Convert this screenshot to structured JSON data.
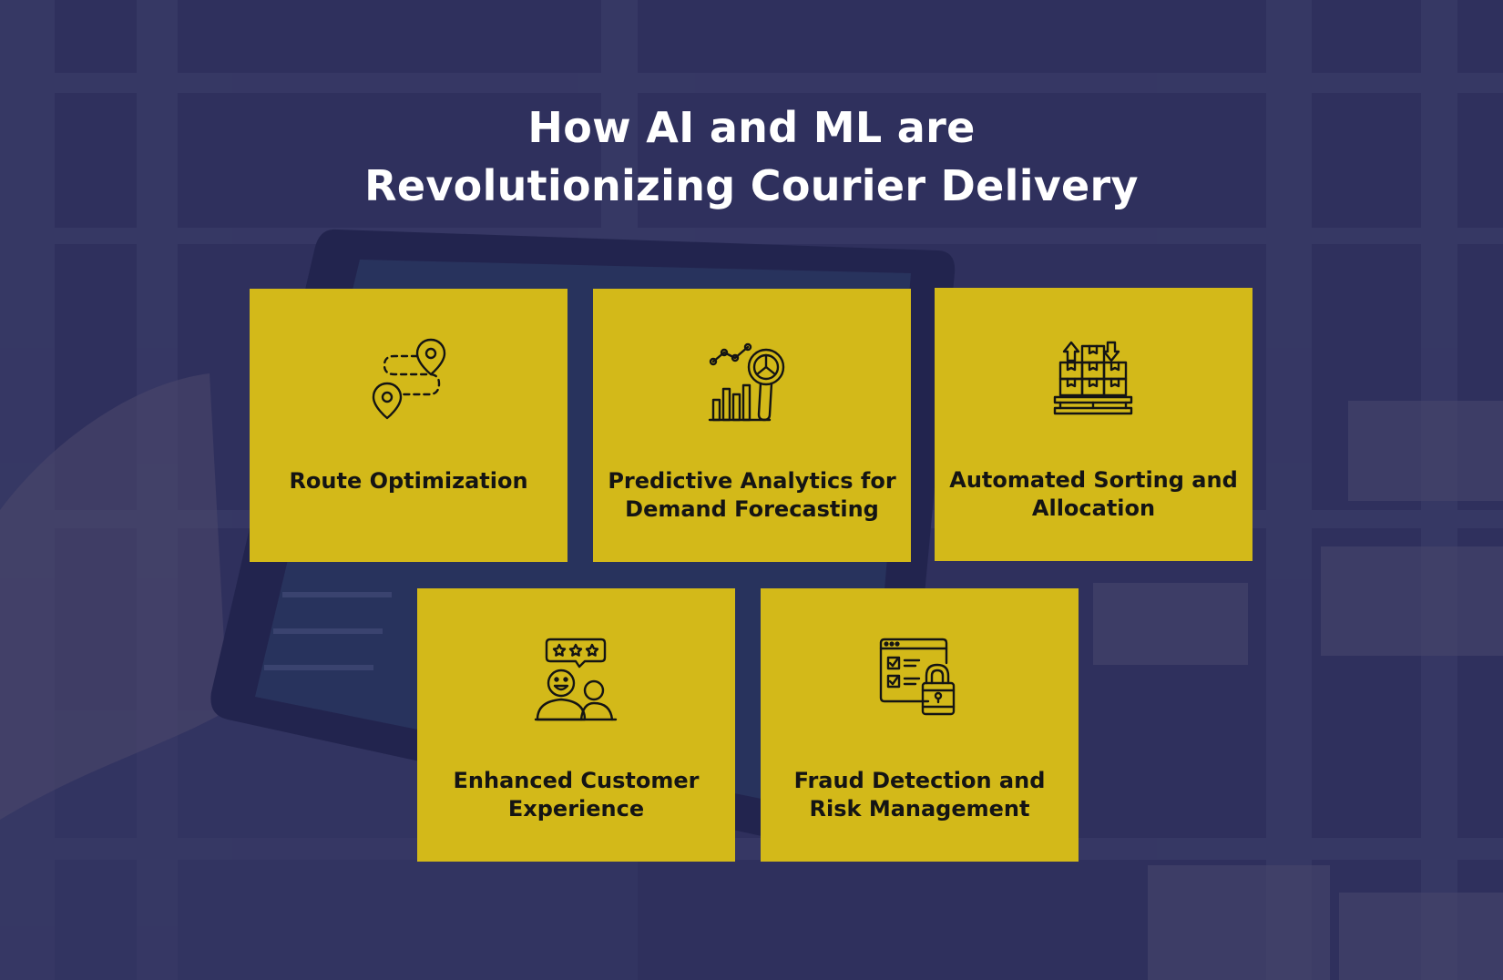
{
  "title": {
    "line1": "How AI and ML are",
    "line2": "Revolutionizing Courier Delivery"
  },
  "cards": [
    {
      "label": "Route Optimization",
      "icon": "route-pin-icon"
    },
    {
      "label": "Predictive Analytics for Demand Forecasting",
      "icon": "analytics-magnifier-icon"
    },
    {
      "label": "Automated Sorting and Allocation",
      "icon": "pallet-boxes-icon"
    },
    {
      "label": "Enhanced Customer Experience",
      "icon": "customer-rating-icon"
    },
    {
      "label": "Fraud Detection and Risk Management",
      "icon": "secure-checklist-icon"
    }
  ],
  "colors": {
    "card": "#d3b919",
    "overlay": "#2b2c5c",
    "title": "#ffffff",
    "label": "#141414"
  }
}
